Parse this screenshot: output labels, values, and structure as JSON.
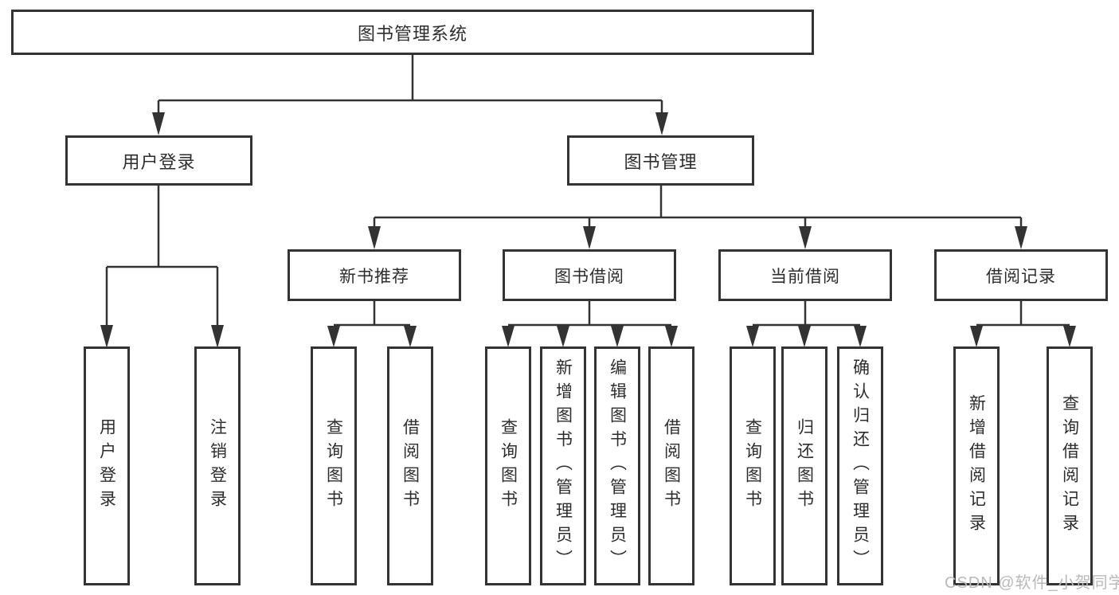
{
  "diagram": {
    "root_label": "图书管理系统",
    "login": {
      "label": "用户登录",
      "children": [
        "用户登录",
        "注销登录"
      ]
    },
    "management": {
      "label": "图书管理",
      "groups": [
        {
          "label": "新书推荐",
          "children": [
            "查询图书",
            "借阅图书"
          ]
        },
        {
          "label": "图书借阅",
          "children": [
            "查询图书",
            "新增图书（管理员）",
            "编辑图书（管理员）",
            "借阅图书"
          ]
        },
        {
          "label": "当前借阅",
          "children": [
            "查询图书",
            "归还图书",
            "确认归还（管理员）"
          ]
        },
        {
          "label": "借阅记录",
          "children": [
            "新增借阅记录",
            "查询借阅记录"
          ]
        }
      ]
    }
  },
  "watermark": "CSDN @软件_小贺同学",
  "colors": {
    "line": "#333333",
    "text": "#2d2d2d",
    "background": "#ffffff",
    "watermark": "#b9b9b9"
  }
}
